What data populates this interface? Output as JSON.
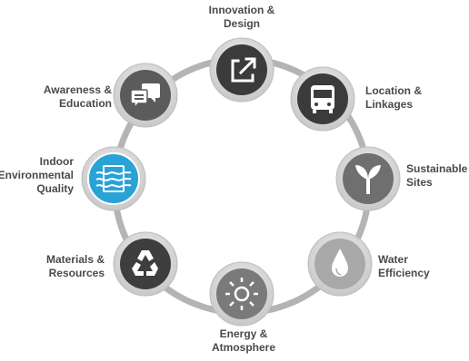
{
  "categories": [
    {
      "id": "innovation",
      "line1": "Innovation &",
      "line2": "Design",
      "color": "#3b3b3b",
      "icon": "external-link-icon"
    },
    {
      "id": "location",
      "line1": "Location &",
      "line2": "Linkages",
      "color": "#3b3b3b",
      "icon": "bus-icon"
    },
    {
      "id": "sites",
      "line1": "Sustainable",
      "line2": "Sites",
      "color": "#6f6f6f",
      "icon": "sprout-icon"
    },
    {
      "id": "water",
      "line1": "Water",
      "line2": "Efficiency",
      "color": "#a9a9a9",
      "icon": "water-drop-icon"
    },
    {
      "id": "energy",
      "line1": "Energy &",
      "line2": "Atmosphere",
      "color": "#7a7a7a",
      "icon": "sun-icon"
    },
    {
      "id": "materials",
      "line1": "Materials &",
      "line2": "Resources",
      "color": "#3e3e3e",
      "icon": "recycle-icon"
    },
    {
      "id": "ieq",
      "line1": "Indoor",
      "line2": "Environmental",
      "line3": "Quality",
      "color": "#29a3d6",
      "icon": "air-quality-icon"
    },
    {
      "id": "awareness",
      "line1": "Awareness &",
      "line2": "Education",
      "color": "#5b5b5b",
      "icon": "chat-bubbles-icon"
    }
  ]
}
